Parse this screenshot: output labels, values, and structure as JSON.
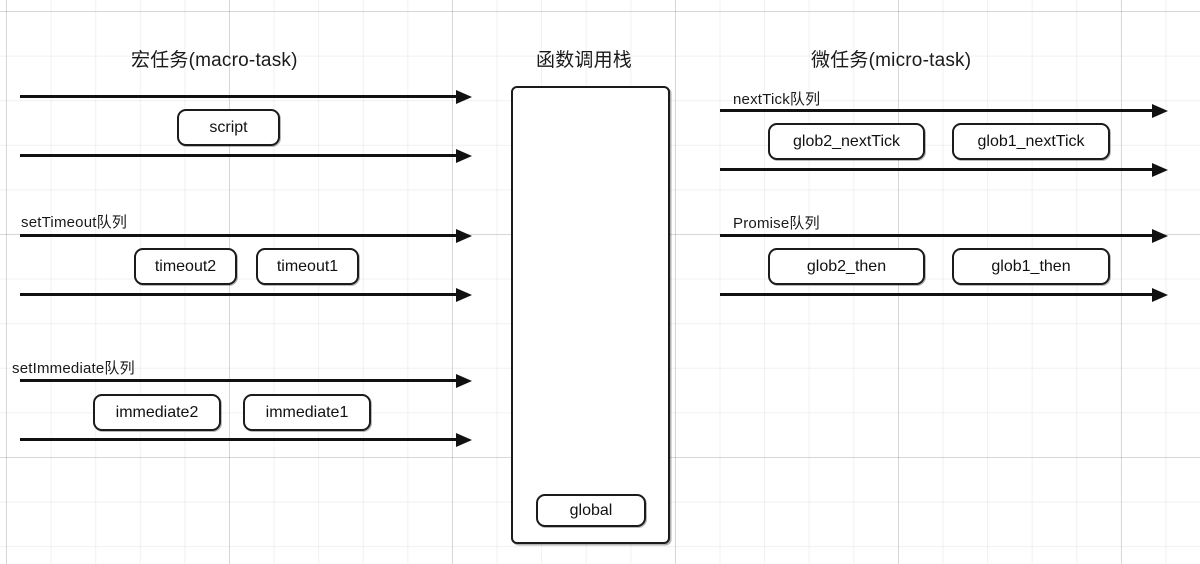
{
  "diagram": {
    "title_macro": "宏任务(macro-task)",
    "title_stack": "函数调用栈",
    "title_micro": "微任务(micro-task)"
  },
  "macro_task": {
    "queues": [
      {
        "label": "",
        "boxes": [
          {
            "text": "script"
          }
        ]
      },
      {
        "label": "setTimeout队列",
        "boxes": [
          {
            "text": "timeout2"
          },
          {
            "text": "timeout1"
          }
        ]
      },
      {
        "label": "setImmediate队列",
        "boxes": [
          {
            "text": "immediate2"
          },
          {
            "text": "immediate1"
          }
        ]
      }
    ]
  },
  "call_stack": {
    "frames": [
      {
        "text": "global"
      }
    ]
  },
  "micro_task": {
    "queues": [
      {
        "label": "nextTick队列",
        "boxes": [
          {
            "text": "glob2_nextTick"
          },
          {
            "text": "glob1_nextTick"
          }
        ]
      },
      {
        "label": "Promise队列",
        "boxes": [
          {
            "text": "glob2_then"
          },
          {
            "text": "glob1_then"
          }
        ]
      }
    ]
  },
  "colors": {
    "stroke": "#111111",
    "background": "#ffffff",
    "grid": "#e8e8e8"
  }
}
